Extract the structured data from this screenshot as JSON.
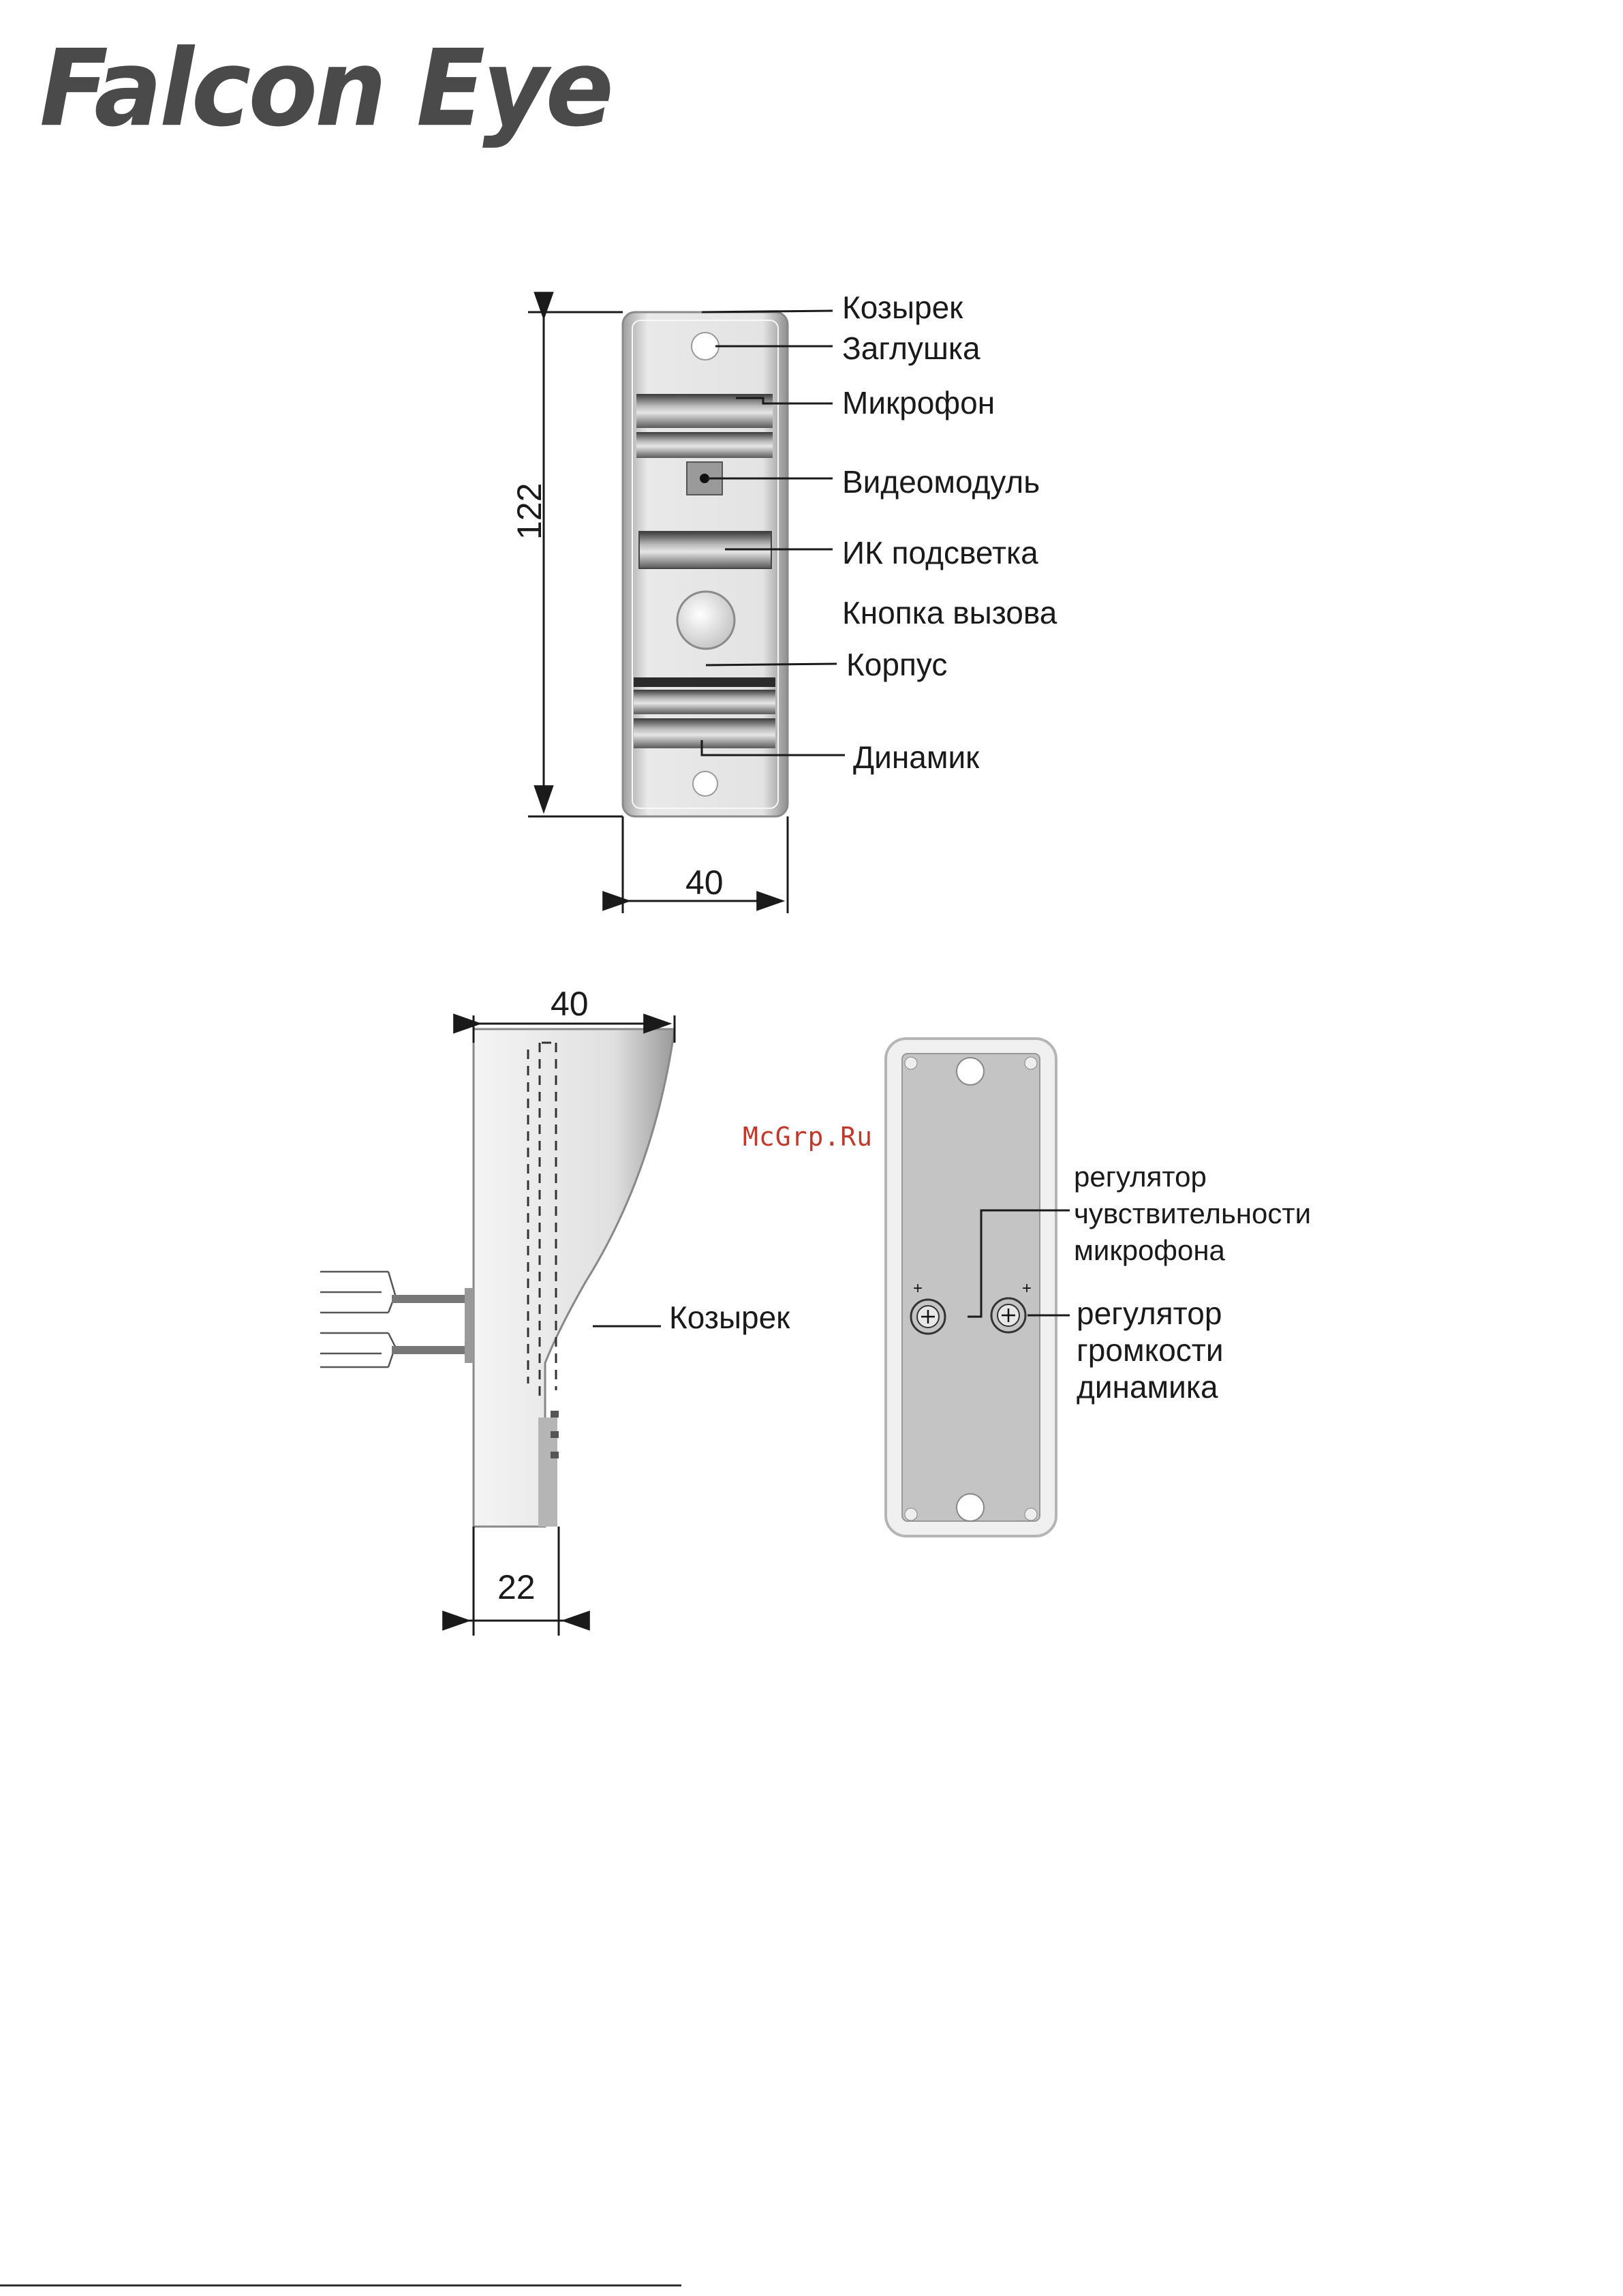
{
  "brand": {
    "logo_text": "Falcon Eye"
  },
  "watermark": "McGrp.Ru",
  "front_view": {
    "labels": {
      "visor": "Козырек",
      "plug": "Заглушка",
      "microphone": "Микрофон",
      "video_module": "Видеомодуль",
      "ir_light": "ИК подсветка",
      "call_button": "Кнопка вызова",
      "housing": "Корпус",
      "speaker": "Динамик"
    },
    "dimensions": {
      "height": "122",
      "width": "40"
    }
  },
  "side_view": {
    "labels": {
      "visor": "Козырек"
    },
    "dimensions": {
      "width": "40",
      "depth": "22"
    }
  },
  "rear_view": {
    "labels": {
      "mic_sensitivity": [
        "регулятор",
        "чувствительности",
        "микрофона"
      ],
      "speaker_volume": [
        "регулятор",
        "громкости",
        "динамика"
      ]
    }
  }
}
